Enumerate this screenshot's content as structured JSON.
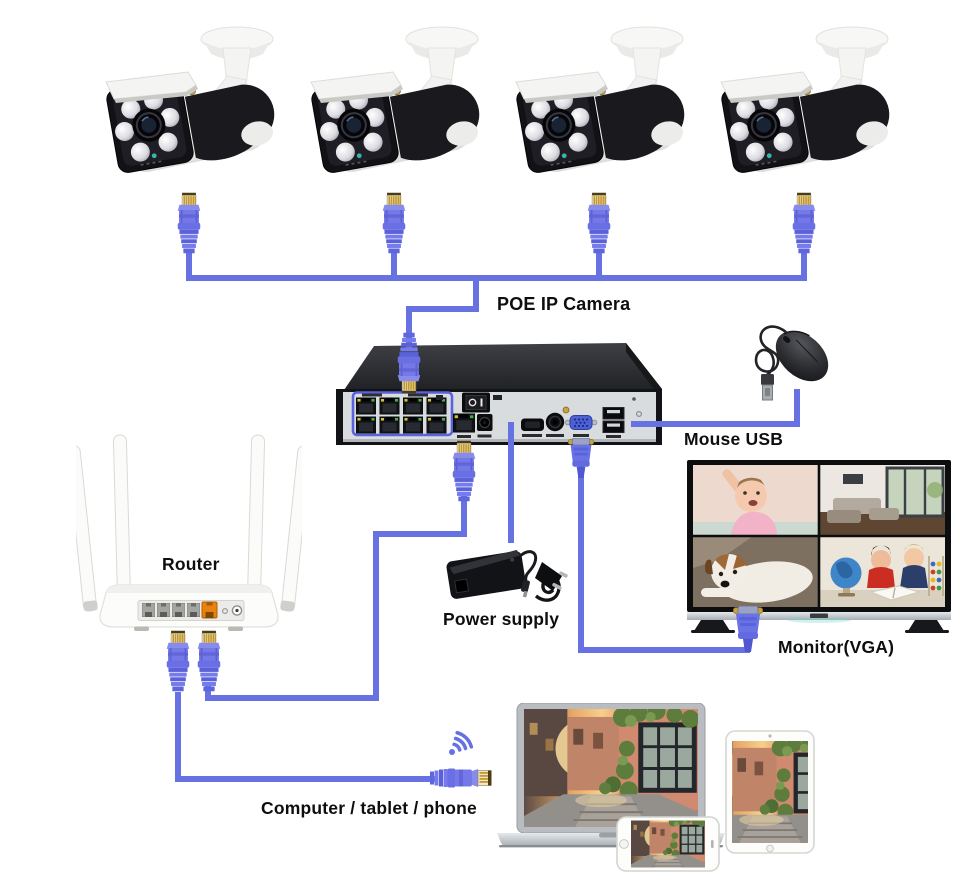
{
  "labels": {
    "poe_ip_camera": "POE IP Camera",
    "mouse_usb": "Mouse USB",
    "router": "Router",
    "power_supply": "Power supply",
    "monitor_vga": "Monitor(VGA)",
    "computer_tablet_phone": "Computer / tablet / phone"
  },
  "devices": {
    "cameras": {
      "type": "POE IP bullet camera",
      "count": 4
    },
    "nvr": {
      "type": "POE NVR recorder",
      "poe_ports_visible": 8
    },
    "router": {
      "lan_ports_visible": 4,
      "wan_ports_visible": 1,
      "antennas": 4
    },
    "mouse": {
      "type": "USB mouse"
    },
    "power_supply": {
      "type": "AC/DC power adapter"
    },
    "monitor": {
      "type": "TV / monitor with VGA input",
      "screen_split": 4
    },
    "clients": [
      "laptop",
      "tablet",
      "phone"
    ]
  },
  "connections": [
    {
      "from": "cameras",
      "to": "nvr poe ports",
      "medium": "ethernet"
    },
    {
      "from": "nvr lan port",
      "to": "router",
      "medium": "ethernet"
    },
    {
      "from": "router",
      "to": "computer / tablet / phone",
      "medium": "ethernet + wifi"
    },
    {
      "from": "nvr usb port",
      "to": "mouse",
      "medium": "usb"
    },
    {
      "from": "nvr vga port",
      "to": "monitor",
      "medium": "vga"
    },
    {
      "from": "nvr dc input",
      "to": "power supply",
      "medium": "dc power"
    }
  ],
  "icons": {
    "wifi": "wifi-waves"
  },
  "colors": {
    "cable": "#6671e2",
    "poe_outline": "#5a63dc",
    "connector_body": "#767ae8",
    "label_text": "#0e0e0e",
    "background": "#ffffff"
  }
}
